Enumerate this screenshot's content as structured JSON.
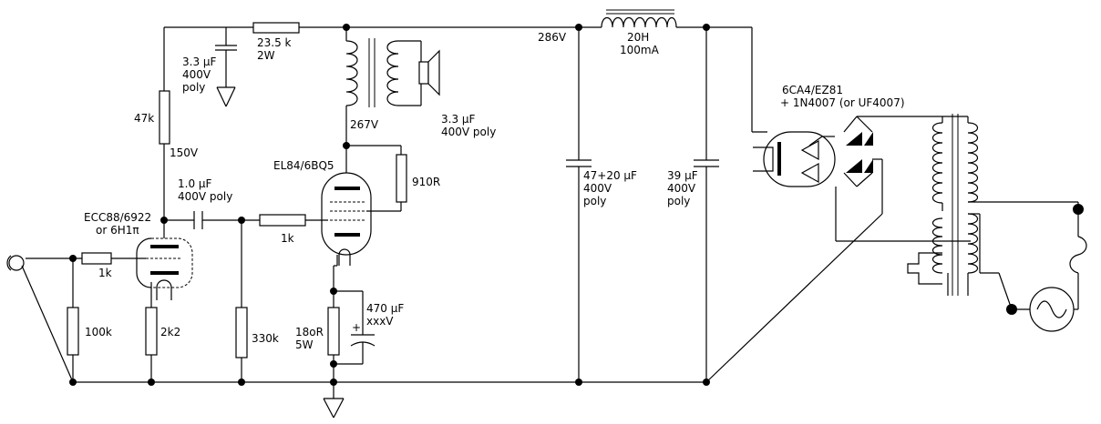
{
  "labels": {
    "c_couple_top_value": "3.3 µF",
    "c_couple_top_voltage": "400V",
    "c_couple_top_type": "poly",
    "r_feed_value": "23.5 k",
    "r_feed_power": "2W",
    "r_plate": "47k",
    "v_plate_pre": "150V",
    "c_speaker_value": "3.3 µF",
    "c_speaker_rating": "400V poly",
    "v_plate_out": "267V",
    "v_supply": "286V",
    "choke_value": "20H",
    "choke_current": "100mA",
    "rectifier_tube": "6CA4/EZ81",
    "rectifier_diodes": "+ 1N4007 (or UF4007)",
    "power_tube": "EL84/6BQ5",
    "r_screen": "910R",
    "c_interstage_value": "1.0 µF",
    "c_interstage_rating": "400V poly",
    "preamp_tube_1": "ECC88/6922",
    "preamp_tube_2": "or 6H1π",
    "r_grid_stop_out": "1k",
    "r_grid_stop_in": "1k",
    "r_input_leak": "100k",
    "r_cathode_pre": "2k2",
    "r_grid_leak_out": "330k",
    "r_cathode_out_value": "18oR",
    "r_cathode_out_power": "5W",
    "c_bypass_value": "470 µF",
    "c_bypass_voltage": "xxxV",
    "c_bypass_plus": "+",
    "c_filter1_value": "47+20 µF",
    "c_filter1_voltage": "400V",
    "c_filter1_type": "poly",
    "c_filter2_value": "39 µF",
    "c_filter2_voltage": "400V",
    "c_filter2_type": "poly"
  },
  "icons": {
    "input_jack": "input-jack-icon",
    "ground": "ground-icon",
    "speaker": "speaker-icon",
    "ac_source": "ac-source-icon",
    "fuse": "fuse-icon",
    "mains_plug": "mains-plug-icon"
  }
}
